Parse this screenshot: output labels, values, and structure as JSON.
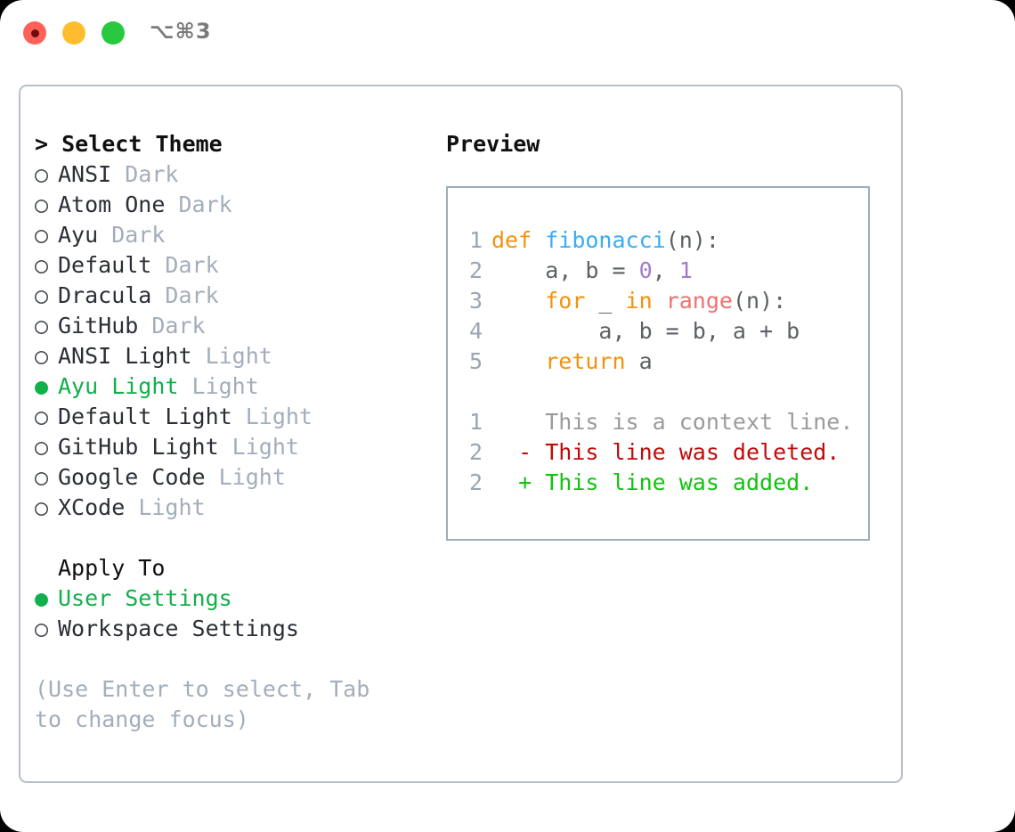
{
  "titlebar": {
    "shortcut": "⌥⌘3",
    "lights": [
      {
        "name": "close",
        "color": "#ff6058"
      },
      {
        "name": "minimize",
        "color": "#ffbd2e"
      },
      {
        "name": "maximize",
        "color": "#28c840"
      }
    ]
  },
  "theme_picker": {
    "header": "> Select Theme",
    "items": [
      {
        "bullet": "○",
        "name": "ANSI",
        "tag": "Dark",
        "selected": false
      },
      {
        "bullet": "○",
        "name": "Atom One",
        "tag": "Dark",
        "selected": false
      },
      {
        "bullet": "○",
        "name": "Ayu",
        "tag": "Dark",
        "selected": false
      },
      {
        "bullet": "○",
        "name": "Default",
        "tag": "Dark",
        "selected": false
      },
      {
        "bullet": "○",
        "name": "Dracula",
        "tag": "Dark",
        "selected": false
      },
      {
        "bullet": "○",
        "name": "GitHub",
        "tag": "Dark",
        "selected": false
      },
      {
        "bullet": "○",
        "name": "ANSI Light",
        "tag": "Light",
        "selected": false
      },
      {
        "bullet": "●",
        "name": "Ayu Light",
        "tag": "Light",
        "selected": true
      },
      {
        "bullet": "○",
        "name": "Default Light",
        "tag": "Light",
        "selected": false
      },
      {
        "bullet": "○",
        "name": "GitHub Light",
        "tag": "Light",
        "selected": false
      },
      {
        "bullet": "○",
        "name": "Google Code",
        "tag": "Light",
        "selected": false
      },
      {
        "bullet": "○",
        "name": "XCode",
        "tag": "Light",
        "selected": false
      }
    ]
  },
  "apply_to": {
    "header": "Apply To",
    "items": [
      {
        "bullet": "●",
        "name": "User Settings",
        "selected": true
      },
      {
        "bullet": "○",
        "name": "Workspace Settings",
        "selected": false
      }
    ]
  },
  "hint": "(Use Enter to select, Tab to change focus)",
  "preview": {
    "title": "Preview",
    "code_lines": [
      {
        "num": "1",
        "tokens": [
          {
            "t": "def ",
            "c": "kw"
          },
          {
            "t": "fibonacci",
            "c": "fn"
          },
          {
            "t": "(n):",
            "c": "plain"
          }
        ]
      },
      {
        "num": "2",
        "tokens": [
          {
            "t": "    a, b = ",
            "c": "plain"
          },
          {
            "t": "0",
            "c": "num"
          },
          {
            "t": ", ",
            "c": "plain"
          },
          {
            "t": "1",
            "c": "num"
          }
        ]
      },
      {
        "num": "3",
        "tokens": [
          {
            "t": "    ",
            "c": "plain"
          },
          {
            "t": "for",
            "c": "kw"
          },
          {
            "t": " _ ",
            "c": "plain"
          },
          {
            "t": "in",
            "c": "kw"
          },
          {
            "t": " ",
            "c": "plain"
          },
          {
            "t": "range",
            "c": "call"
          },
          {
            "t": "(n):",
            "c": "plain"
          }
        ]
      },
      {
        "num": "4",
        "tokens": [
          {
            "t": "        a, b = b, a + b",
            "c": "plain"
          }
        ]
      },
      {
        "num": "5",
        "tokens": [
          {
            "t": "    ",
            "c": "plain"
          },
          {
            "t": "return",
            "c": "kw"
          },
          {
            "t": " a",
            "c": "plain"
          }
        ]
      }
    ],
    "diff_lines": [
      {
        "num": "1",
        "marker": "  ",
        "text": "This is a context line.",
        "kind": "ctx"
      },
      {
        "num": "2",
        "marker": "- ",
        "text": "This line was deleted.",
        "kind": "del"
      },
      {
        "num": "2",
        "marker": "+ ",
        "text": "This line was added.",
        "kind": "add"
      }
    ]
  },
  "colors": {
    "accent_green": "#10b04a",
    "muted_gray": "#a3adbb",
    "panel_border": "#9fadbd",
    "card_border": "#b8bfc9",
    "kw_orange": "#f2930d",
    "fn_blue": "#3babf5",
    "num_purple": "#a37acc",
    "call_red": "#f07171",
    "diff_deleted": "#c00b0b",
    "diff_added": "#10c40c"
  }
}
